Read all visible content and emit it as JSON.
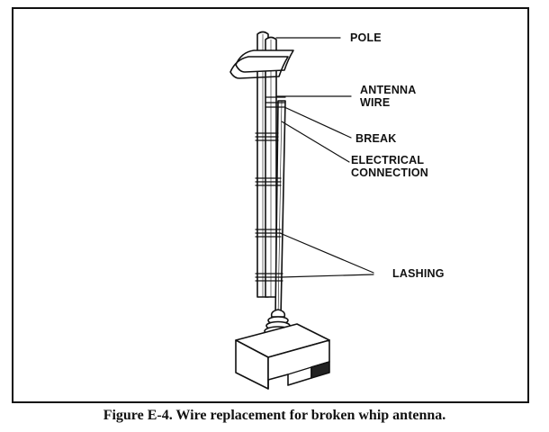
{
  "figure": {
    "labels": {
      "pole": "POLE",
      "antenna_wire": [
        "ANTENNA",
        "WIRE"
      ],
      "break": "BREAK",
      "electrical_connection": [
        "ELECTRICAL",
        "CONNECTION"
      ],
      "lashing": "LASHING"
    },
    "caption": "Figure E-4. Wire replacement for broken whip antenna."
  }
}
